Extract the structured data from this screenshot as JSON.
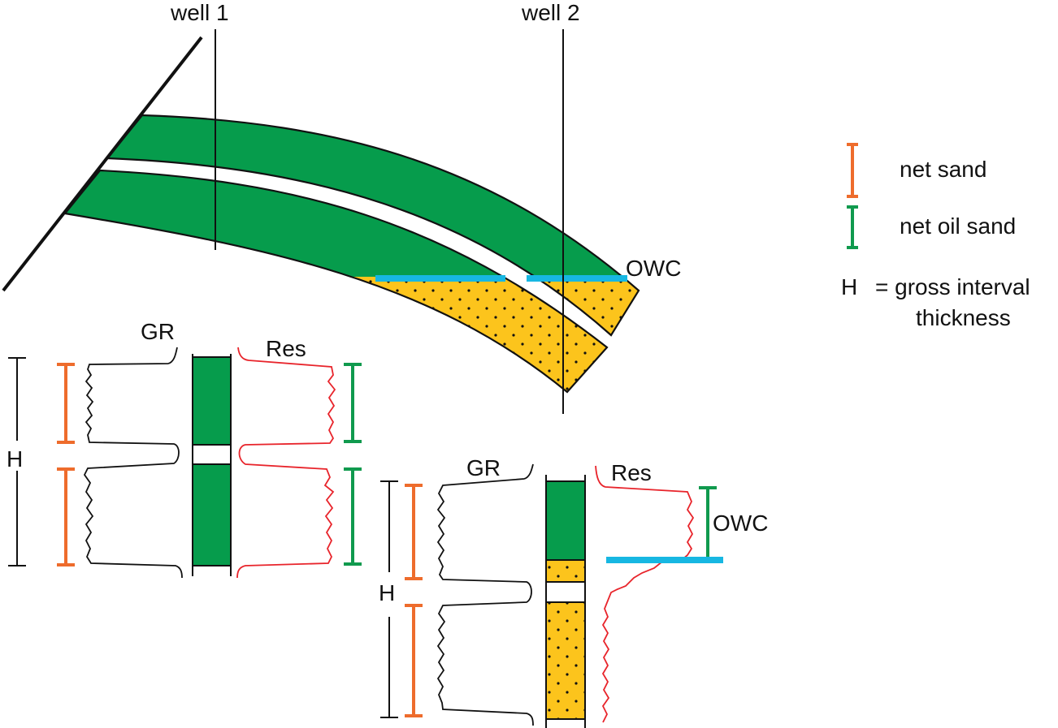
{
  "colors": {
    "oil_sand": "#069c4c",
    "water_sand": "#fcc41c",
    "owc_line": "#17b7e2",
    "net_sand_bar": "#ee6c2c",
    "net_oil_bar": "#109a4e",
    "res_curve": "#e8242b",
    "gr_curve": "#111111",
    "gross_bar": "#111111"
  },
  "cross_section": {
    "well_1_label": "well 1",
    "well_2_label": "well 2",
    "owc_label": "OWC"
  },
  "well_1_log": {
    "gr_label": "GR",
    "res_label": "Res",
    "h_label": "H"
  },
  "well_2_log": {
    "gr_label": "GR",
    "res_label": "Res",
    "h_label": "H",
    "owc_label": "OWC"
  },
  "legend": {
    "net_sand": "net sand",
    "net_oil_sand": "net oil sand",
    "h_symbol": "H",
    "h_definition_line1": "= gross interval",
    "h_definition_line2": "thickness",
    "net_sand_icon": "orange-i-bar",
    "net_oil_sand_icon": "green-i-bar"
  }
}
